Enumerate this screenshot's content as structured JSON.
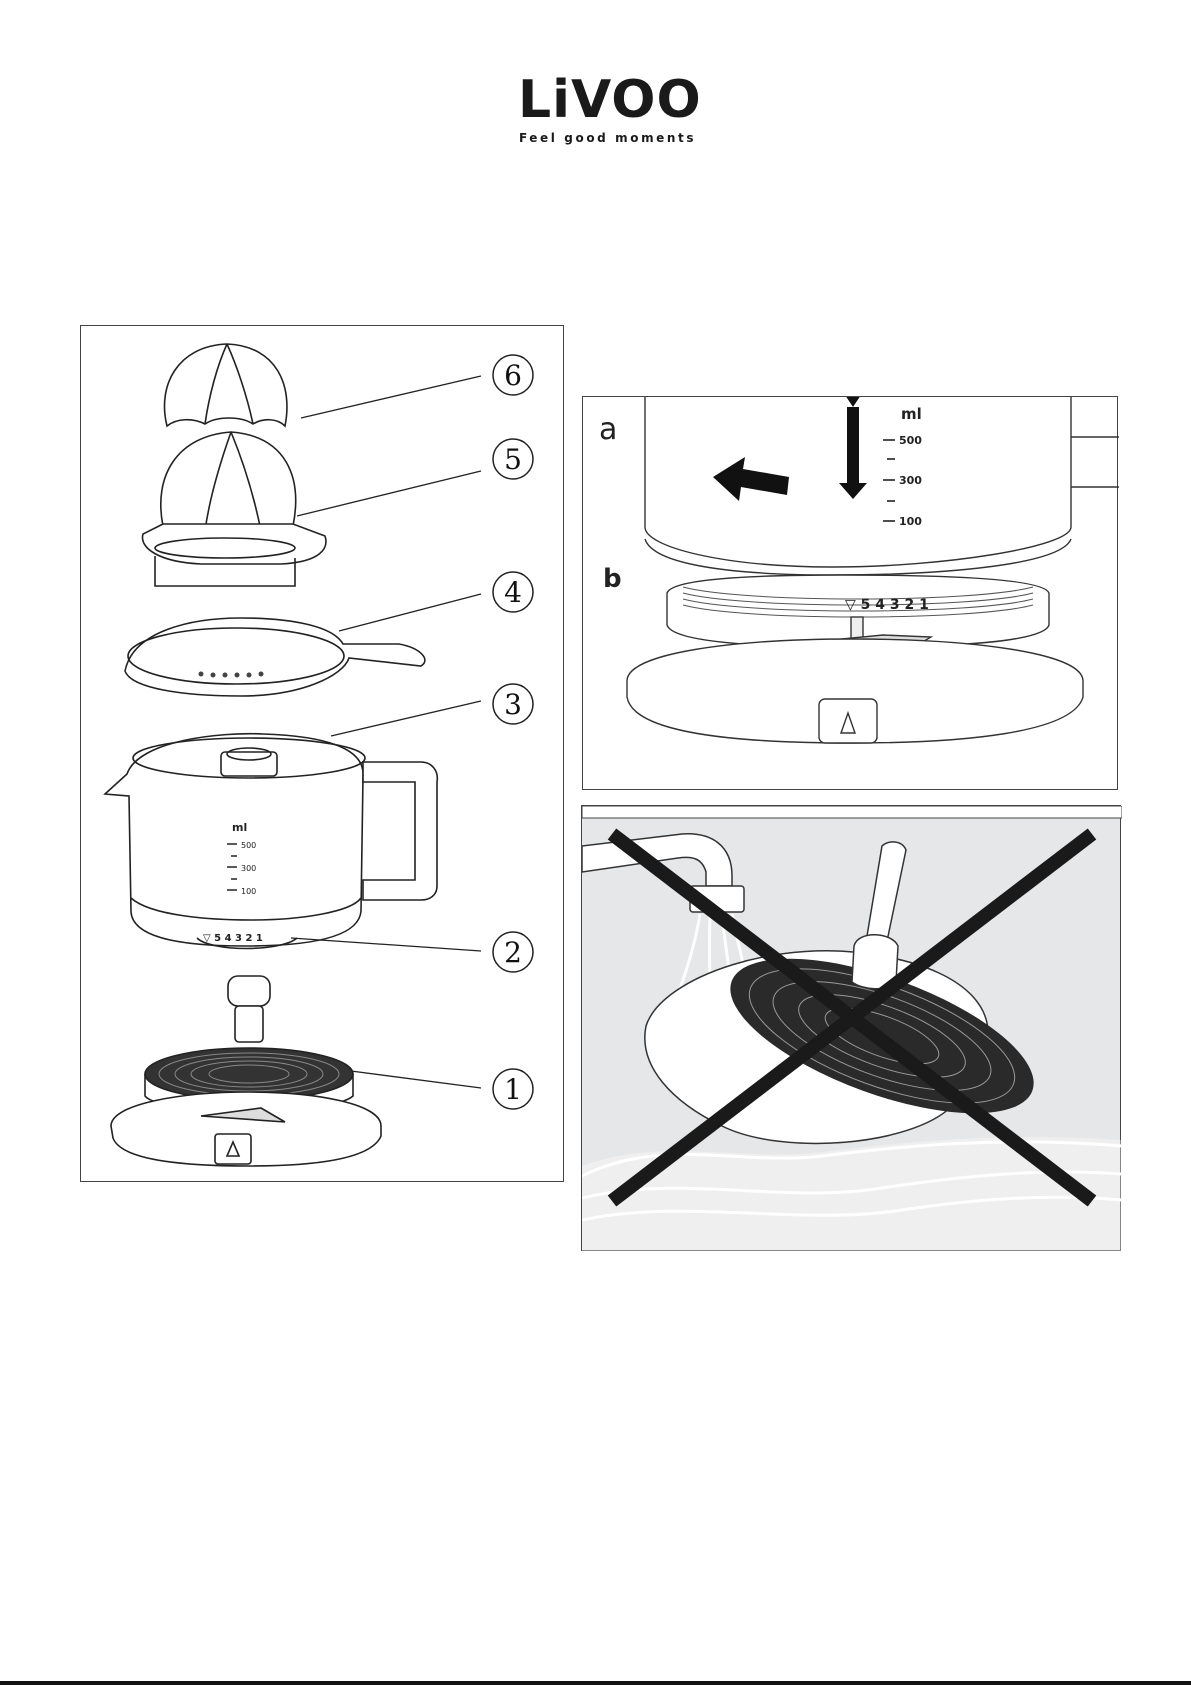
{
  "brand": {
    "name": "LiVOO",
    "tagline": "Feel good moments"
  },
  "exploded_view": {
    "callouts": [
      "6",
      "5",
      "4",
      "3",
      "2",
      "1"
    ],
    "scale_unit": "ml",
    "scale_marks": [
      "500",
      "300",
      "100"
    ],
    "pulp_settings": "▽ 5 4 3 2 1"
  },
  "figure_ab": {
    "label_a": "a",
    "label_b": "b",
    "scale_unit": "ml",
    "scale_marks": [
      "500",
      "300",
      "100"
    ],
    "pulp_settings": "▽ 5 4 3 2 1"
  },
  "figure_wash": {
    "status": "prohibited"
  }
}
